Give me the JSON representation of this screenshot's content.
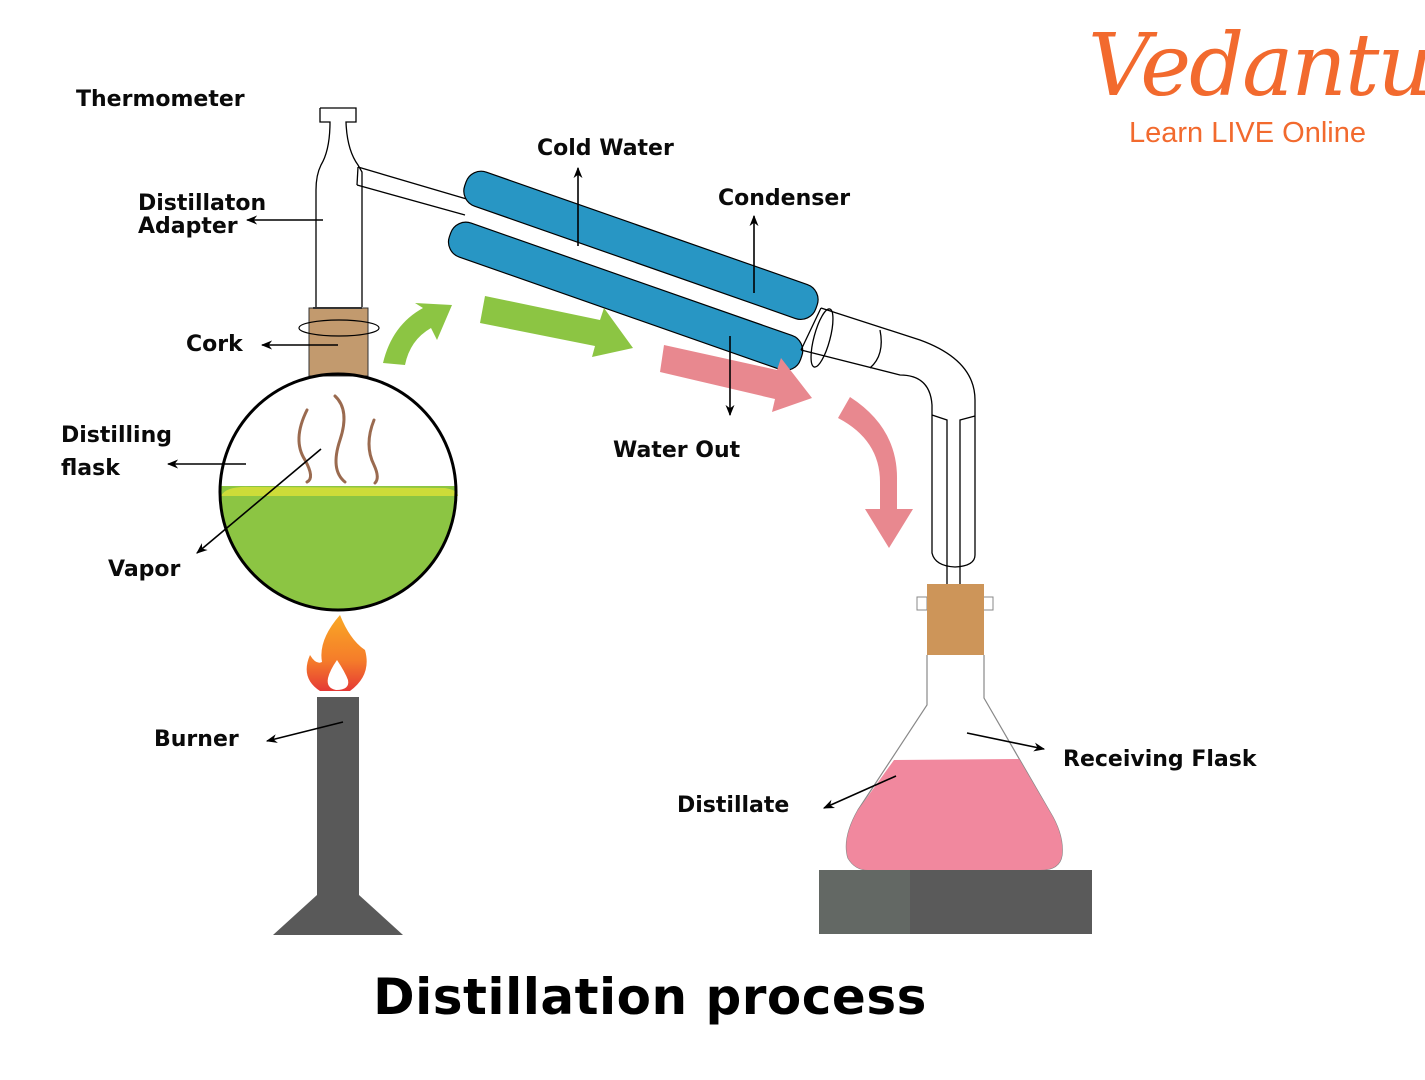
{
  "brand": {
    "name": "Vedantu",
    "tagline": "Learn LIVE Online",
    "color": "#f26a2e"
  },
  "title": "Distillation process",
  "labels": {
    "thermometer": "Thermometer",
    "distillation_adapter_line1": "Distillaton",
    "distillation_adapter_line2": "Adapter",
    "cork": "Cork",
    "distilling_flask_line1": "Distilling",
    "distilling_flask_line2": "flask",
    "vapor": "Vapor",
    "burner": "Burner",
    "cold_water": "Cold Water",
    "condenser": "Condenser",
    "water_out": "Water Out",
    "receiving_flask": "Receiving Flask",
    "distillate": "Distillate"
  },
  "colors": {
    "liquid_green": "#8cc543",
    "liquid_surface": "#cddc39",
    "condenser_blue": "#2896c4",
    "cork_brown": "#c29a6e",
    "cork_receiving": "#cd9559",
    "distillate_pink": "#f1889e",
    "flow_green": "#8cc543",
    "flow_pink": "#e8888f",
    "burner_gray": "#595959",
    "stand_dark": "#5a5a5a",
    "stand_light": "#636864",
    "vapor_brown": "#9a6a4f"
  }
}
